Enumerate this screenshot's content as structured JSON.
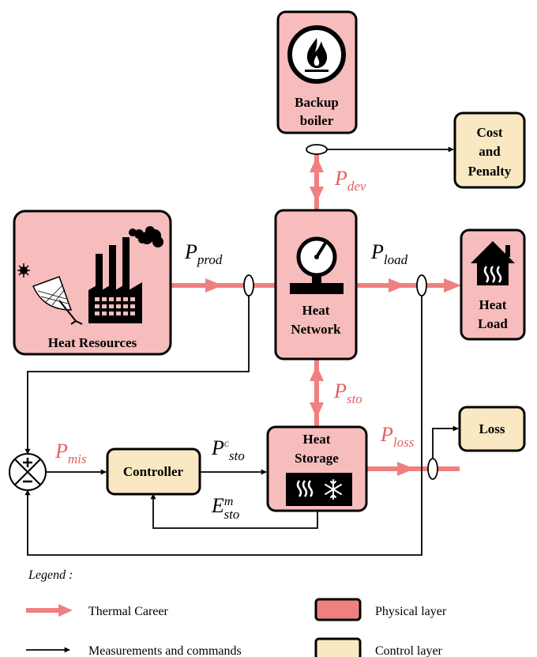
{
  "nodes": {
    "backup_boiler": [
      "Backup",
      "boiler"
    ],
    "cost_penalty": [
      "Cost",
      "and",
      "Penalty"
    ],
    "heat_resources": "Heat Resources",
    "heat_network": [
      "Heat",
      "Network"
    ],
    "heat_load": [
      "Heat",
      "Load"
    ],
    "heat_storage": [
      "Heat",
      "Storage"
    ],
    "controller": "Controller",
    "loss": "Loss"
  },
  "variables": {
    "p_dev": {
      "main": "P",
      "sub": "dev"
    },
    "p_prod": {
      "main": "P",
      "sub": "prod"
    },
    "p_load": {
      "main": "P",
      "sub": "load"
    },
    "p_sto": {
      "main": "P",
      "sub": "sto"
    },
    "p_loss": {
      "main": "P",
      "sub": "loss"
    },
    "p_mis": {
      "main": "P",
      "sub": "mis"
    },
    "p_c_sto": {
      "main": "P",
      "sup": "C",
      "sub": "sto"
    },
    "e_m_sto": {
      "main": "E",
      "sup": "m",
      "sub": "sto"
    }
  },
  "legend": {
    "title": "Legend :",
    "thermal": "Thermal Career",
    "measurements": "Measurements and commands",
    "physical": "Physical layer",
    "control": "Control layer"
  },
  "colors": {
    "physical_fill": "#f7bcbc",
    "control_fill": "#f9e8c1",
    "thermal_flow": "#f08080",
    "variable_red": "#e06060"
  },
  "icons": [
    "fire-icon",
    "sun-icon",
    "solar-dish-icon",
    "factory-icon",
    "pressure-gauge-icon",
    "house-heat-icon",
    "heat-waves-icon",
    "snowflake-icon",
    "summing-junction-icon"
  ]
}
